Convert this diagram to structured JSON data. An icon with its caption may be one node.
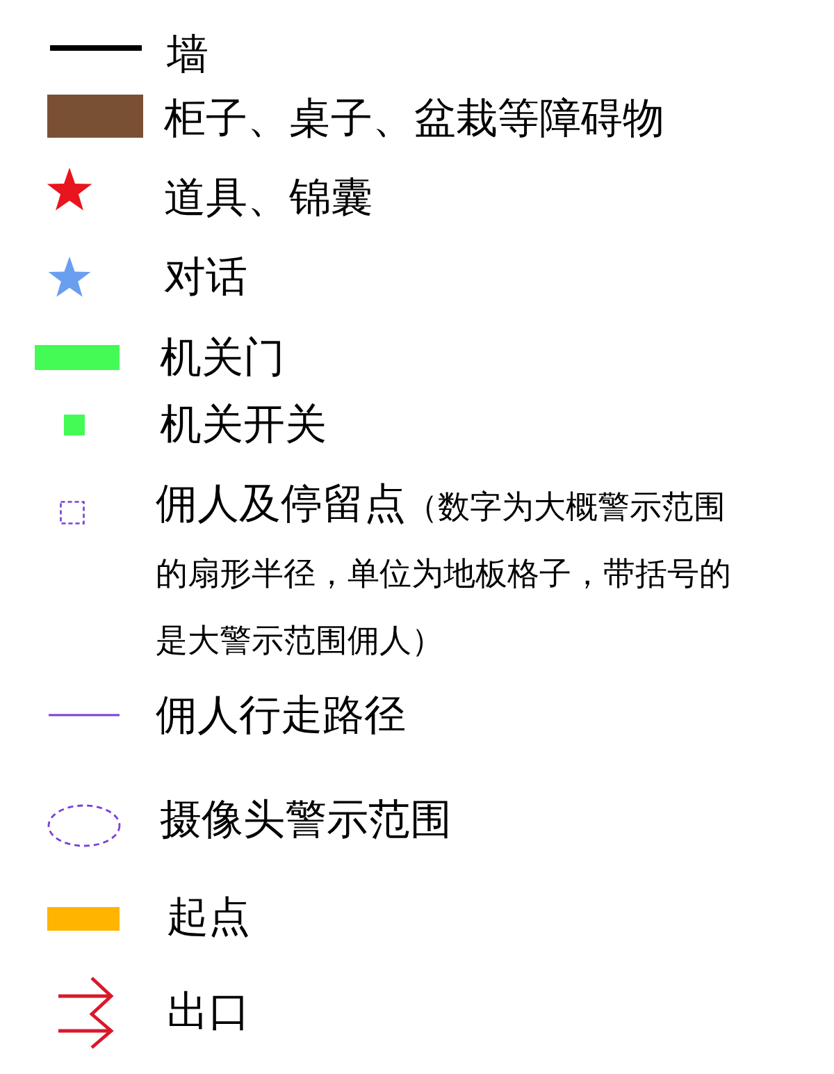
{
  "diagram": {
    "labels": [
      "（数字为大概警示范围的扇形半径，单位为地板格子，带括号的是大警示范围佣人）"
    ],
    "legend": [
      {
        "text": "墙"
      },
      {
        "text": "柜子、桌子、盆栽等障碍物",
        "color": "#7a5035"
      },
      {
        "text": "道具、锦囊"
      },
      {
        "text": "对话"
      },
      {
        "text": "机关门",
        "color": "#44fa55"
      },
      {
        "text": "机关开关",
        "color": "#44fa55"
      },
      {
        "text": "佣人及停留点"
      },
      {
        "text": "佣人行走路径"
      },
      {
        "text": "摄像头警示范围"
      },
      {
        "text": "起点",
        "color": "#ffb400"
      },
      {
        "text": "出口"
      }
    ]
  }
}
